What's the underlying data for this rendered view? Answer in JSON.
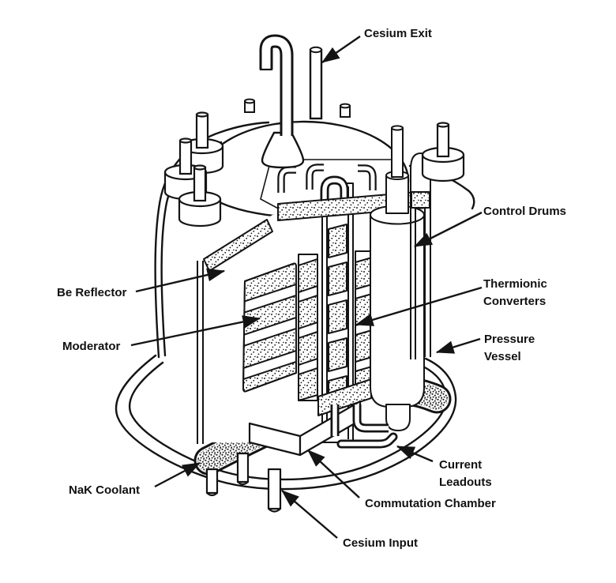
{
  "figure": {
    "kind": "cutaway technical line drawing",
    "subject_visible_labels_only": true
  },
  "colors": {
    "ink": "#141414",
    "paper": "#ffffff"
  },
  "labels": {
    "cesium_exit": {
      "line1": "Cesium Exit"
    },
    "control_drums": {
      "line1": "Control Drums"
    },
    "thermionic_convertersputs": {
      "line1": ""
    },
    "thermionic_converters": {
      "line1": "Thermionic",
      "line2": "Converters"
    },
    "pressure_vessel": {
      "line1": "Pressure",
      "line2": "Vessel"
    },
    "be_reflector": {
      "line1": "Be Reflector"
    },
    "moderator": {
      "line1": "Moderator"
    },
    "nak_coolant": {
      "line1": "NaK Coolant"
    },
    "current_leadouts": {
      "line1": "Current",
      "line2": "Leadouts"
    },
    "commutation_chamber": {
      "line1": "Commutation Chamber"
    },
    "cesium_input": {
      "line1": "Cesium Input"
    }
  }
}
